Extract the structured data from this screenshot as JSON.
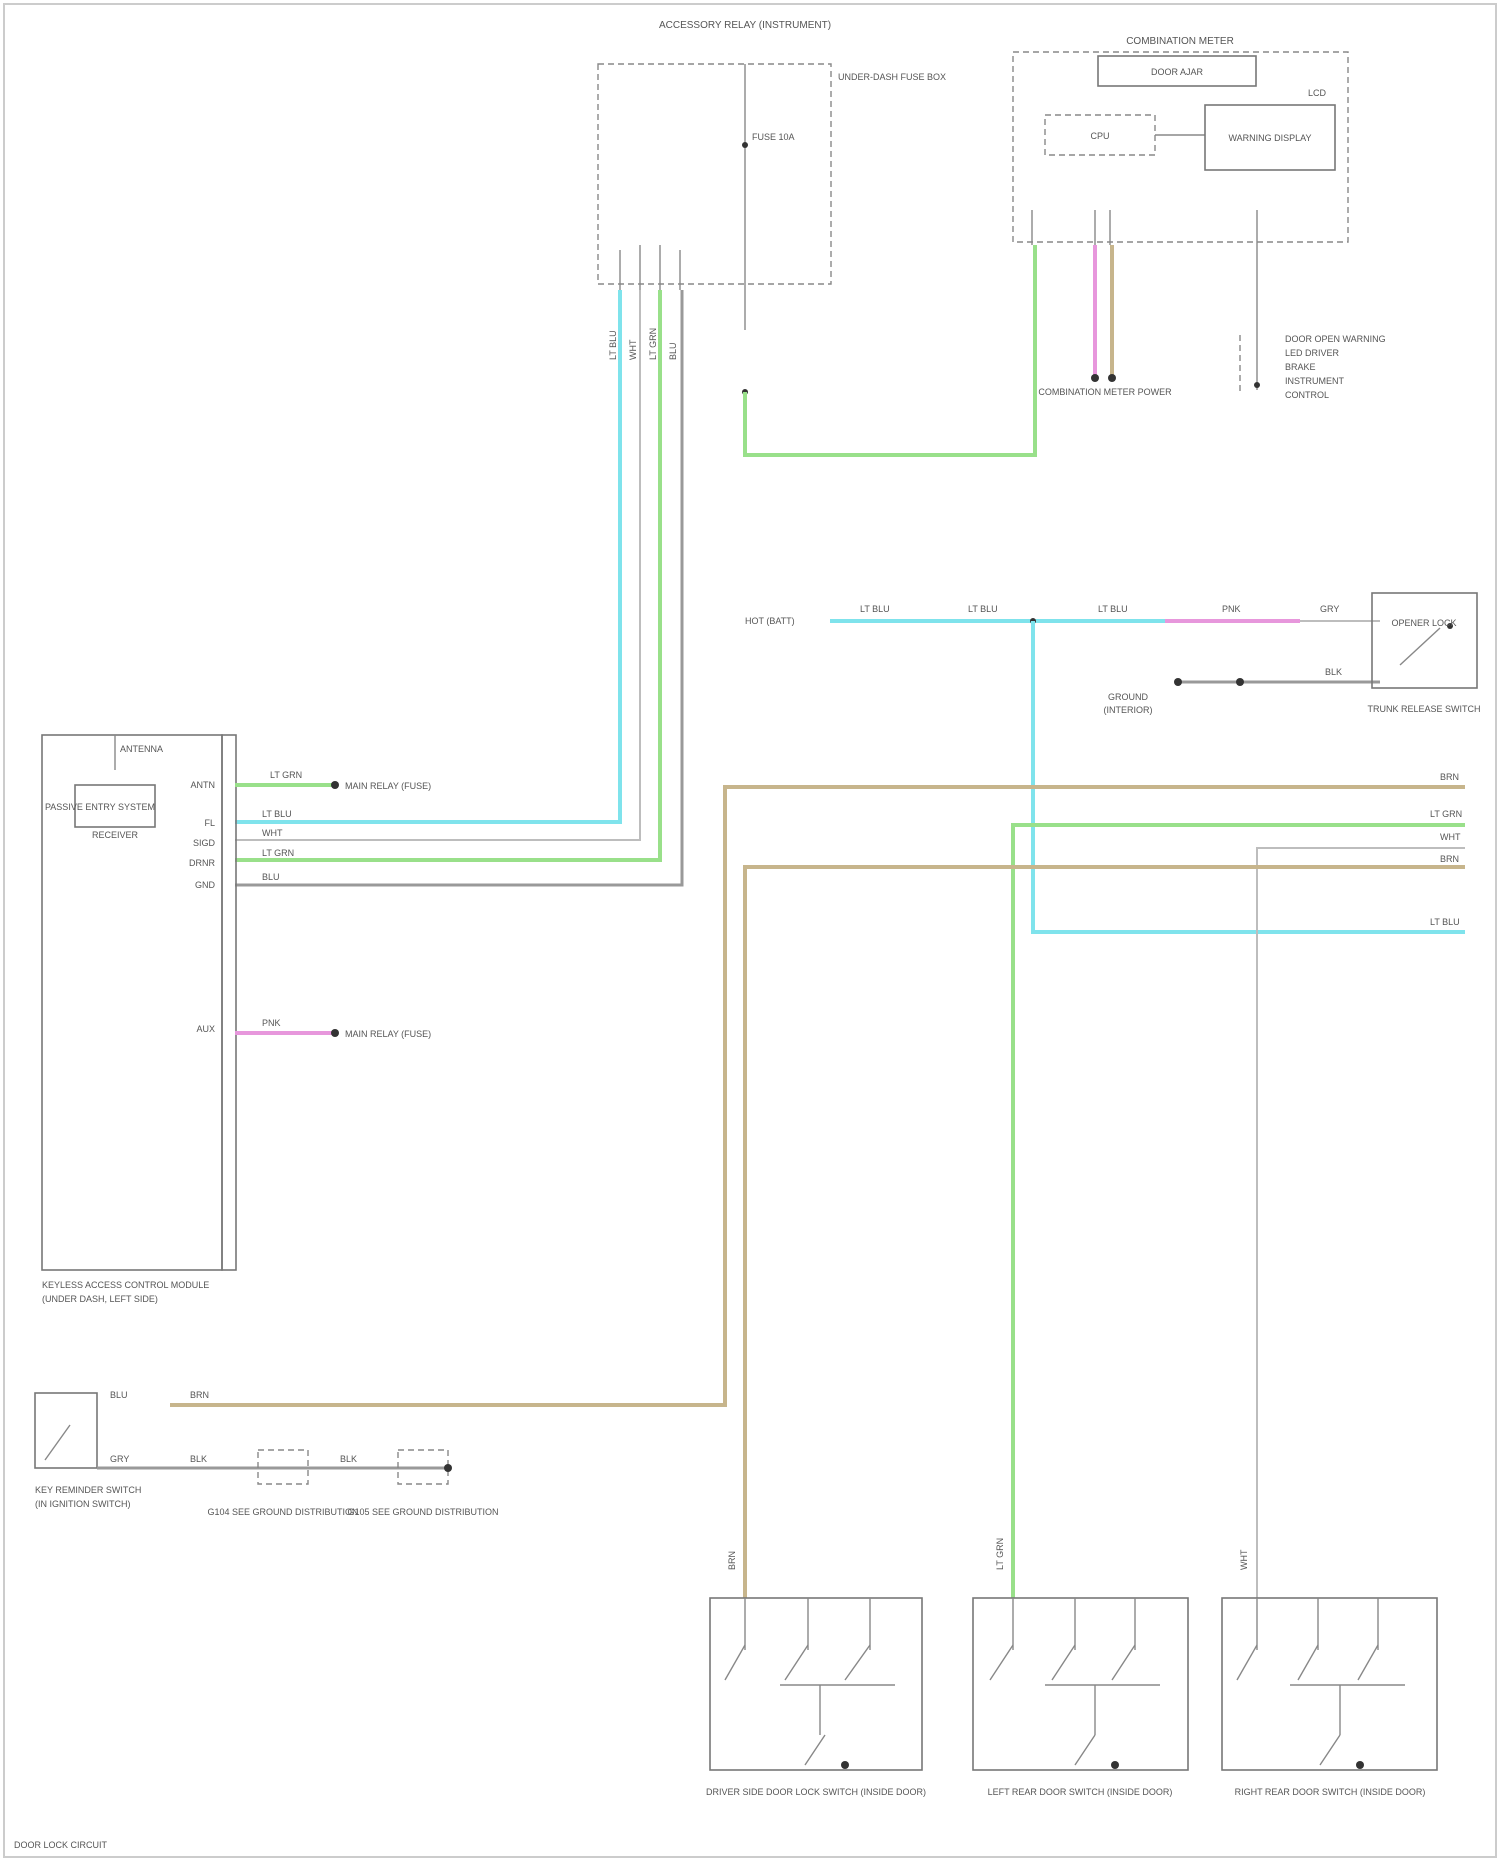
{
  "colors": {
    "cyan_wire": "#7fe3ec",
    "green_wire": "#99e08a",
    "tan_wire": "#c7b58c",
    "pink_wire": "#e797dc",
    "grey_wire": "#bdbdbd",
    "frame": "#777777"
  },
  "components": {
    "relay_box": {
      "title": "ACCESSORY RELAY (INSTRUMENT)",
      "fuse_label": "FUSE 10A",
      "side_note": "UNDER-DASH FUSE BOX"
    },
    "combination_meter": {
      "title": "COMBINATION METER",
      "warning": "DOOR AJAR",
      "cpu": "CPU",
      "display": "WARNING DISPLAY",
      "dc_label": "LCD"
    },
    "meter_notes": {
      "left": "COMBINATION METER POWER",
      "right": "DOOR OPEN WARNING"
    },
    "right_labels": {
      "a": "LED DRIVER",
      "b": "BRAKE",
      "c": "INSTRUMENT",
      "d": "CONTROL"
    },
    "body_module": {
      "title": "PASSIVE ENTRY SYSTEM",
      "left_label": "ANTENNA",
      "sub": "RECEIVER",
      "footer_1": "KEYLESS ACCESS CONTROL MODULE",
      "footer_2": "(UNDER DASH, LEFT SIDE)"
    },
    "body_pins": [
      "ANTN",
      "FL",
      "SIGD",
      "DRNR",
      "GND",
      "AUX"
    ],
    "body_wire_tags": [
      "LT GRN",
      "LT BLU",
      "WHT",
      "LT GRN",
      "BLU",
      "PNK"
    ],
    "body_destinations": {
      "top": "MAIN RELAY (FUSE)",
      "bottom": "MAIN RELAY (FUSE)"
    },
    "trunk_switch": {
      "source": "HOT (BATT)",
      "title": "TRUNK RELEASE SWITCH",
      "sub": "OPENER LOCK",
      "ground_note": "GROUND",
      "ground_sub": "(INTERIOR)"
    },
    "trunk_wire_tags": [
      "LT BLU",
      "LT BLU",
      "LT BLU",
      "PNK",
      "GRY",
      "BLK"
    ],
    "right_pins": [
      "BRN",
      "LT GRN",
      "WHT",
      "BRN",
      "LT BLU"
    ],
    "left_switch": {
      "title": "KEY REMINDER SWITCH",
      "sub": "(IN IGNITION SWITCH)"
    },
    "left_switch_labels": {
      "left": "G104 SEE GROUND DISTRIBUTION",
      "right": "G105 SEE GROUND DISTRIBUTION"
    },
    "left_switch_tags": [
      "BLU",
      "BRN",
      "GRY",
      "BLK",
      "BLK"
    ],
    "bottom_switches": {
      "left": "DRIVER SIDE DOOR LOCK SWITCH (INSIDE DOOR)",
      "middle": "LEFT REAR DOOR SWITCH (INSIDE DOOR)",
      "right": "RIGHT REAR DOOR SWITCH (INSIDE DOOR)"
    },
    "bottom_tags": [
      "BRN",
      "LT GRN",
      "WHT"
    ],
    "relay_wire_tags": [
      "LT BLU",
      "WHT",
      "LT GRN",
      "BLU"
    ],
    "footer_code": "DOOR LOCK CIRCUIT"
  }
}
